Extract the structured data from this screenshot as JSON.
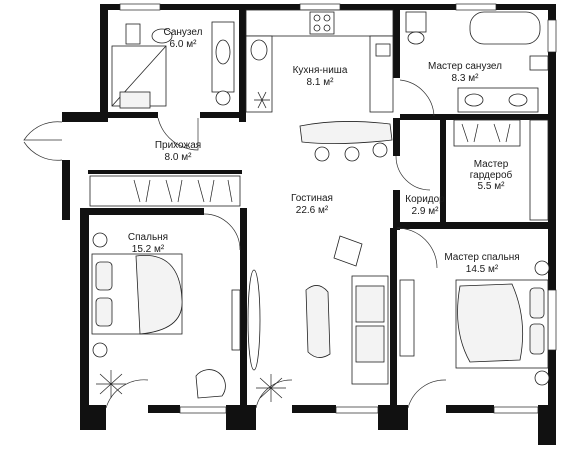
{
  "rooms": {
    "bathroom": {
      "name": "Санузел",
      "area": "6.0 м²"
    },
    "kitchen": {
      "name": "Кухня-ниша",
      "area": "8.1 м²"
    },
    "master_bathroom": {
      "name": "Мастер санузел",
      "area": "8.3 м²"
    },
    "hallway": {
      "name": "Прихожая",
      "area": "8.0 м²"
    },
    "master_wardrobe": {
      "name_line1": "Мастер",
      "name_line2": "гардероб",
      "area": "5.5 м²"
    },
    "living": {
      "name": "Гостиная",
      "area": "22.6 м²"
    },
    "corridor": {
      "name": "Коридор",
      "area": "2.9 м²"
    },
    "bedroom": {
      "name": "Спальня",
      "area": "15.2 м²"
    },
    "master_bedroom": {
      "name": "Мастер спальня",
      "area": "14.5 м²"
    }
  }
}
